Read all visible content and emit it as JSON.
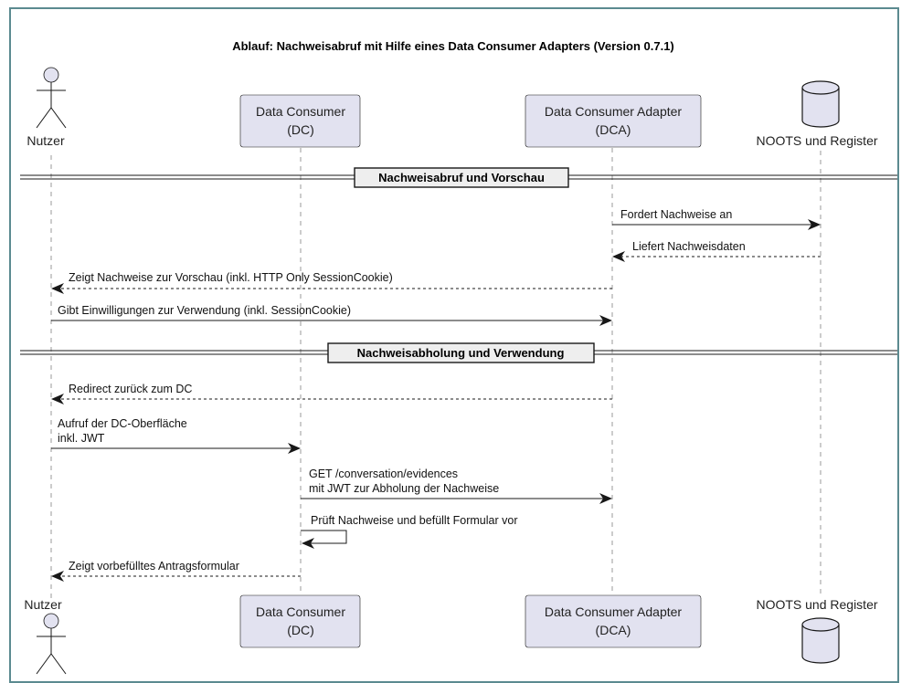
{
  "title": "Ablauf: Nachweisabruf mit Hilfe eines Data Consumer Adapters (Version 0.7.1)",
  "participants": {
    "user": {
      "label": "Nutzer",
      "kind": "actor"
    },
    "dc": {
      "line1": "Data Consumer",
      "line2": "(DC)",
      "kind": "participant"
    },
    "dca": {
      "line1": "Data Consumer Adapter",
      "line2": "(DCA)",
      "kind": "participant"
    },
    "noots": {
      "label": "NOOTS und Register",
      "kind": "database"
    }
  },
  "dividers": [
    {
      "label": "Nachweisabruf und Vorschau"
    },
    {
      "label": "Nachweisabholung und Verwendung"
    }
  ],
  "messages": [
    {
      "from": "dca",
      "to": "noots",
      "style": "solid",
      "lines": [
        "Fordert Nachweise an"
      ]
    },
    {
      "from": "noots",
      "to": "dca",
      "style": "dashed",
      "lines": [
        "Liefert Nachweisdaten"
      ]
    },
    {
      "from": "dca",
      "to": "user",
      "style": "dashed",
      "lines": [
        "Zeigt Nachweise zur Vorschau (inkl. HTTP Only SessionCookie)"
      ]
    },
    {
      "from": "user",
      "to": "dca",
      "style": "solid",
      "lines": [
        "Gibt Einwilligungen zur Verwendung (inkl. SessionCookie)"
      ]
    },
    {
      "from": "dca",
      "to": "user",
      "style": "dashed",
      "lines": [
        "Redirect zurück zum DC"
      ]
    },
    {
      "from": "user",
      "to": "dc",
      "style": "solid",
      "lines": [
        "Aufruf der DC-Oberfläche",
        "inkl. JWT"
      ]
    },
    {
      "from": "dc",
      "to": "dca",
      "style": "solid",
      "lines": [
        "GET /conversation/evidences",
        "mit JWT zur Abholung der Nachweise"
      ]
    },
    {
      "from": "dc",
      "to": "dc",
      "style": "solid",
      "lines": [
        "Prüft Nachweise und befüllt Formular vor"
      ]
    },
    {
      "from": "dc",
      "to": "user",
      "style": "solid",
      "lines": [
        "Zeigt vorbefülltes Antragsformular"
      ]
    }
  ]
}
